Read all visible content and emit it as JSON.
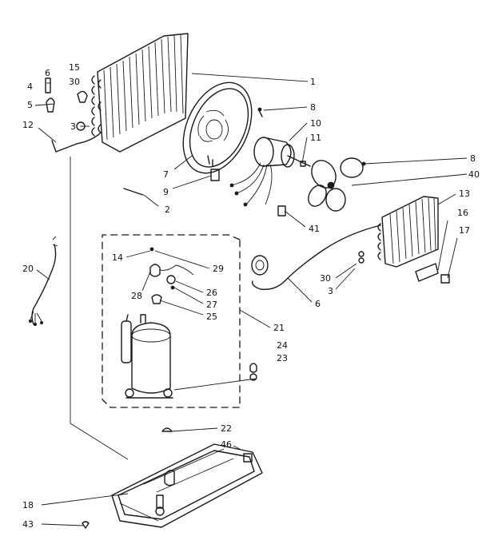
{
  "callouts": [
    {
      "id": "c6a",
      "text": "6"
    },
    {
      "id": "c4",
      "text": "4"
    },
    {
      "id": "c15",
      "text": "15"
    },
    {
      "id": "c30a",
      "text": "30"
    },
    {
      "id": "c5",
      "text": "5"
    },
    {
      "id": "c12",
      "text": "12"
    },
    {
      "id": "c3a",
      "text": "3"
    },
    {
      "id": "c1",
      "text": "1"
    },
    {
      "id": "c8a",
      "text": "8"
    },
    {
      "id": "c10",
      "text": "10"
    },
    {
      "id": "c11",
      "text": "11"
    },
    {
      "id": "c8b",
      "text": "8"
    },
    {
      "id": "c40",
      "text": "40"
    },
    {
      "id": "c13",
      "text": "13"
    },
    {
      "id": "c16",
      "text": "16"
    },
    {
      "id": "c17",
      "text": "17"
    },
    {
      "id": "c7",
      "text": "7"
    },
    {
      "id": "c9",
      "text": "9"
    },
    {
      "id": "c2",
      "text": "2"
    },
    {
      "id": "c41",
      "text": "41"
    },
    {
      "id": "c20",
      "text": "20"
    },
    {
      "id": "c14",
      "text": "14"
    },
    {
      "id": "c29",
      "text": "29"
    },
    {
      "id": "c28",
      "text": "28"
    },
    {
      "id": "c26",
      "text": "26"
    },
    {
      "id": "c27",
      "text": "27"
    },
    {
      "id": "c25",
      "text": "25"
    },
    {
      "id": "c21",
      "text": "21"
    },
    {
      "id": "c30b",
      "text": "30"
    },
    {
      "id": "c3b",
      "text": "3"
    },
    {
      "id": "c6b",
      "text": "6"
    },
    {
      "id": "c24",
      "text": "24"
    },
    {
      "id": "c23",
      "text": "23"
    },
    {
      "id": "c22",
      "text": "22"
    },
    {
      "id": "c46",
      "text": "46"
    },
    {
      "id": "c18",
      "text": "18"
    },
    {
      "id": "c43",
      "text": "43"
    }
  ]
}
